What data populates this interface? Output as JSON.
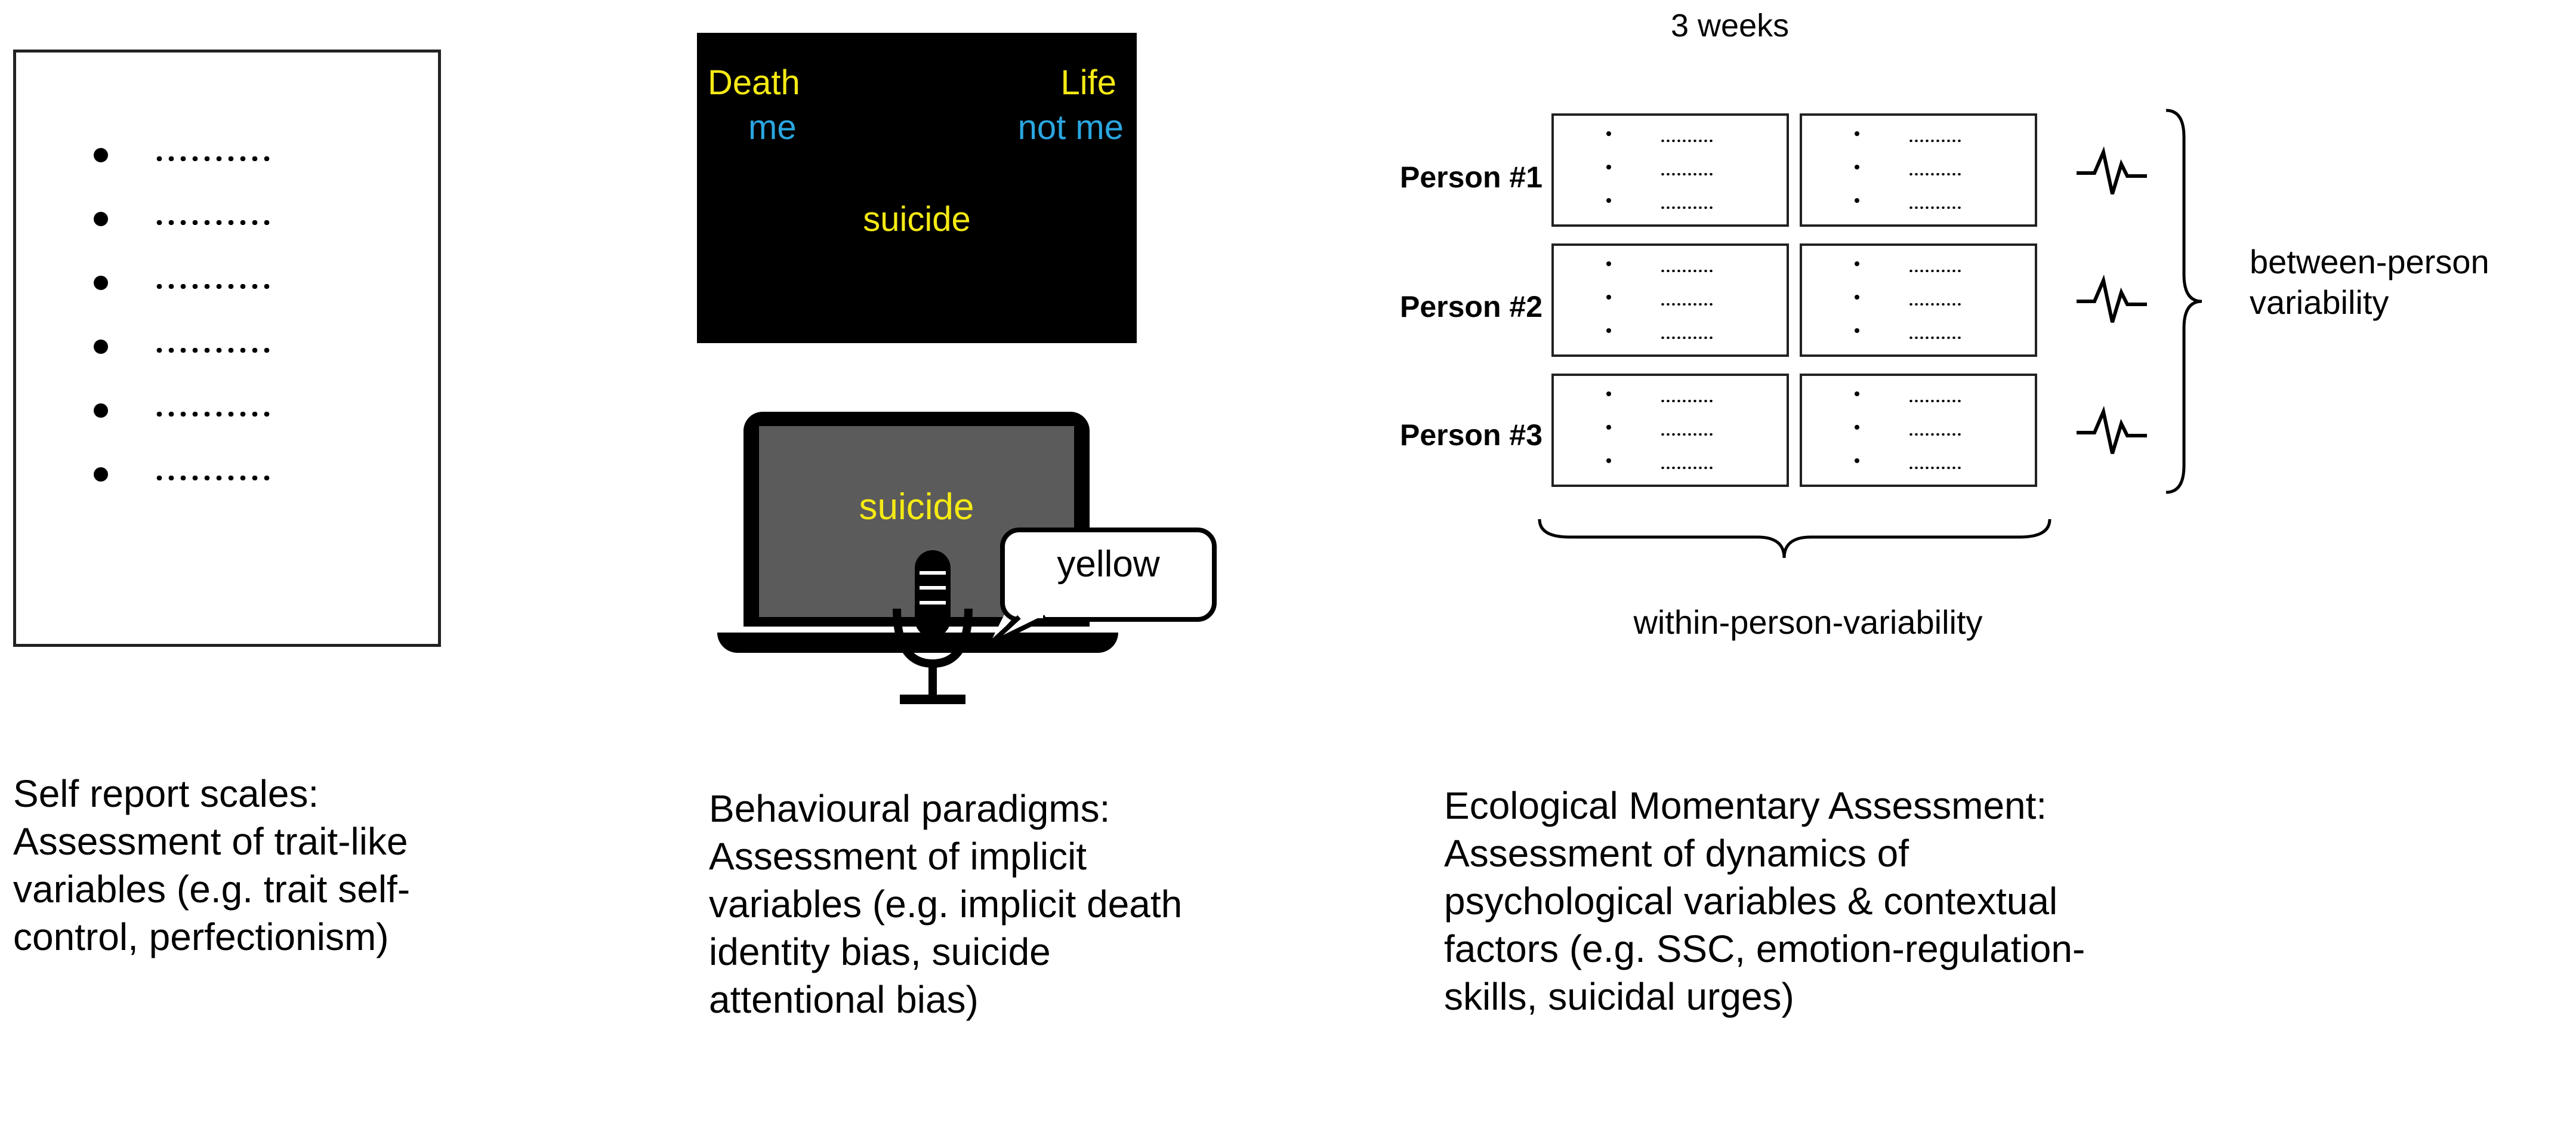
{
  "self_report": {
    "caption": "Self report scales:\nAssessment of trait-like\nvariables (e.g. trait self-\ncontrol, perfectionism)"
  },
  "behavioural": {
    "iat": {
      "left_top": "Death",
      "left_bottom": "me",
      "right_top": "Life",
      "right_bottom": "not me",
      "center": "suicide"
    },
    "stroop": {
      "word": "suicide",
      "response": "yellow"
    },
    "caption": "Behavioural paradigms:\nAssessment of implicit\nvariables (e.g. implicit death\nidentity bias, suicide\nattentional bias)"
  },
  "ema": {
    "duration": "3 weeks",
    "persons": [
      {
        "label": "Person #1"
      },
      {
        "label": "Person #2"
      },
      {
        "label": "Person #3"
      }
    ],
    "between_label": "between-person\nvariability",
    "within_label": "within-person-variability",
    "caption": "Ecological Momentary Assessment:\nAssessment of dynamics of\npsychological variables & contextual\nfactors (e.g. SSC,  emotion-regulation-\nskills, suicidal urges)"
  },
  "colors": {
    "iat_yellow": "#f5ea14",
    "iat_blue": "#2aa6e0",
    "stroop_screen": "#5b5b5b"
  }
}
